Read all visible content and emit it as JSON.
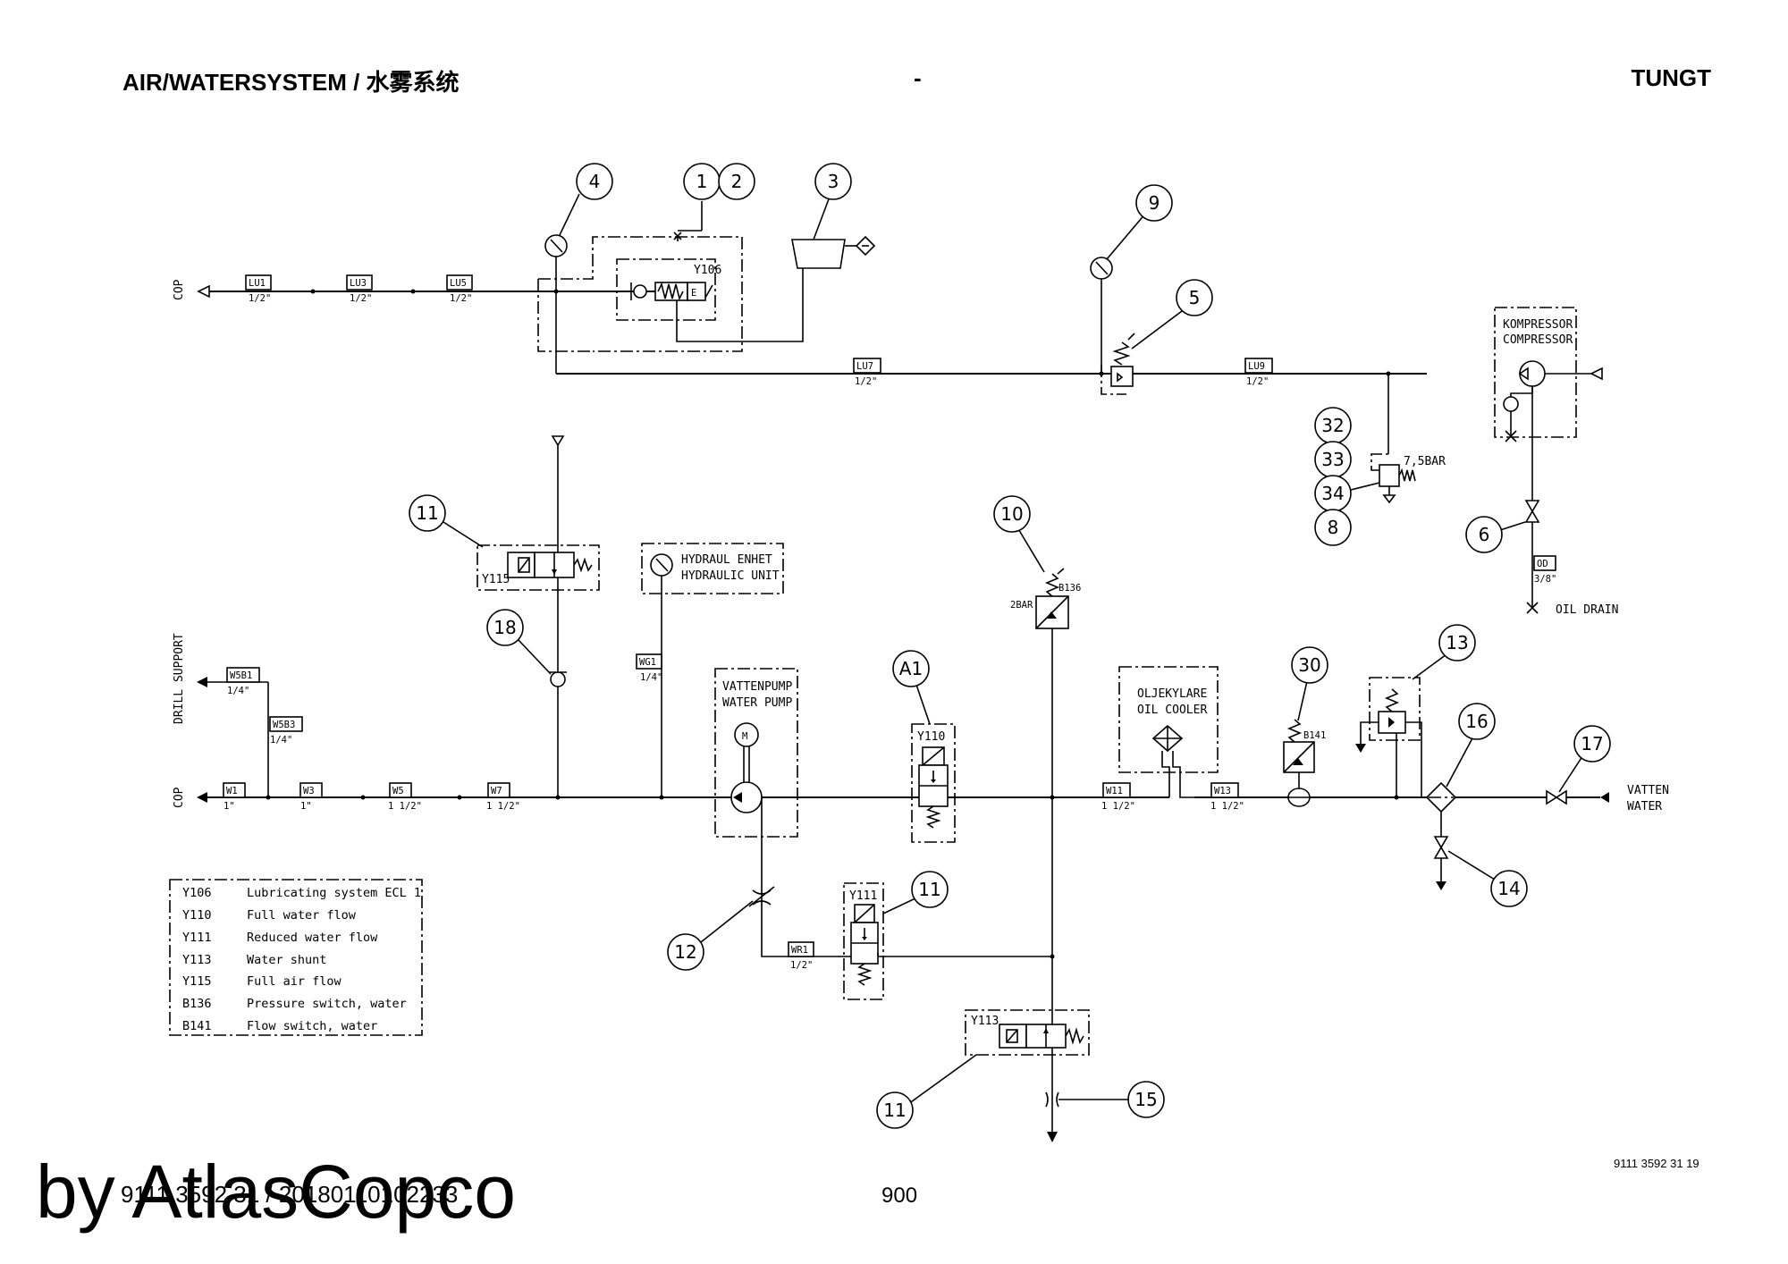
{
  "header": {
    "title": "AIR/WATERSYSTEM / 水雾系统",
    "center": "-",
    "right": "TUNGT"
  },
  "footer": {
    "page": "900",
    "doc_ref": "9111 3592 31 19",
    "doc_id": "9111 3592 31 / 20180110102233",
    "watermark": "by AtlasCopco"
  },
  "labels": {
    "cop": "COP",
    "drill_support": "DRILL SUPPORT",
    "kompressor": "KOMPRESSOR",
    "compressor": "COMPRESSOR",
    "oil_drain": "OIL DRAIN",
    "hydraul_enhet": "HYDRAUL ENHET",
    "hydraulic_unit": "HYDRAULIC UNIT",
    "vattenpump": "VATTENPUMP",
    "water_pump": "WATER PUMP",
    "oljekylare": "OLJEKYLARE",
    "oil_cooler": "OIL COOLER",
    "vatten": "VATTEN",
    "water": "WATER",
    "bar_75": "7,5BAR",
    "bar_2": "2BAR",
    "motor": "M",
    "e": "E"
  },
  "components": {
    "y106": "Y106",
    "y110": "Y110",
    "y111": "Y111",
    "y113": "Y113",
    "y115": "Y115",
    "b136": "B136",
    "b141": "B141"
  },
  "lines": [
    {
      "tag": "LU1",
      "size": "1/2\""
    },
    {
      "tag": "LU3",
      "size": "1/2\""
    },
    {
      "tag": "LU5",
      "size": "1/2\""
    },
    {
      "tag": "LU7",
      "size": "1/2\""
    },
    {
      "tag": "LU9",
      "size": "1/2\""
    },
    {
      "tag": "OD",
      "size": "3/8\""
    },
    {
      "tag": "W5B1",
      "size": "1/4\""
    },
    {
      "tag": "W5B3",
      "size": "1/4\""
    },
    {
      "tag": "WG1",
      "size": "1/4\""
    },
    {
      "tag": "W1",
      "size": "1\""
    },
    {
      "tag": "W3",
      "size": "1\""
    },
    {
      "tag": "W5",
      "size": "1 1/2\""
    },
    {
      "tag": "W7",
      "size": "1 1/2\""
    },
    {
      "tag": "W11",
      "size": "1 1/2\""
    },
    {
      "tag": "W13",
      "size": "1 1/2\""
    },
    {
      "tag": "WR1",
      "size": "1/2\""
    }
  ],
  "callouts": [
    "4",
    "1",
    "2",
    "3",
    "9",
    "5",
    "32",
    "33",
    "34",
    "8",
    "6",
    "10",
    "11",
    "18",
    "A1",
    "30",
    "13",
    "16",
    "17",
    "14",
    "11",
    "12",
    "11",
    "15"
  ],
  "legend": [
    {
      "code": "Y106",
      "desc": "Lubricating system ECL 1"
    },
    {
      "code": "Y110",
      "desc": "Full water flow"
    },
    {
      "code": "Y111",
      "desc": "Reduced water flow"
    },
    {
      "code": "Y113",
      "desc": "Water shunt"
    },
    {
      "code": "Y115",
      "desc": "Full air flow"
    },
    {
      "code": "B136",
      "desc": "Pressure switch, water"
    },
    {
      "code": "B141",
      "desc": "Flow switch, water"
    }
  ]
}
